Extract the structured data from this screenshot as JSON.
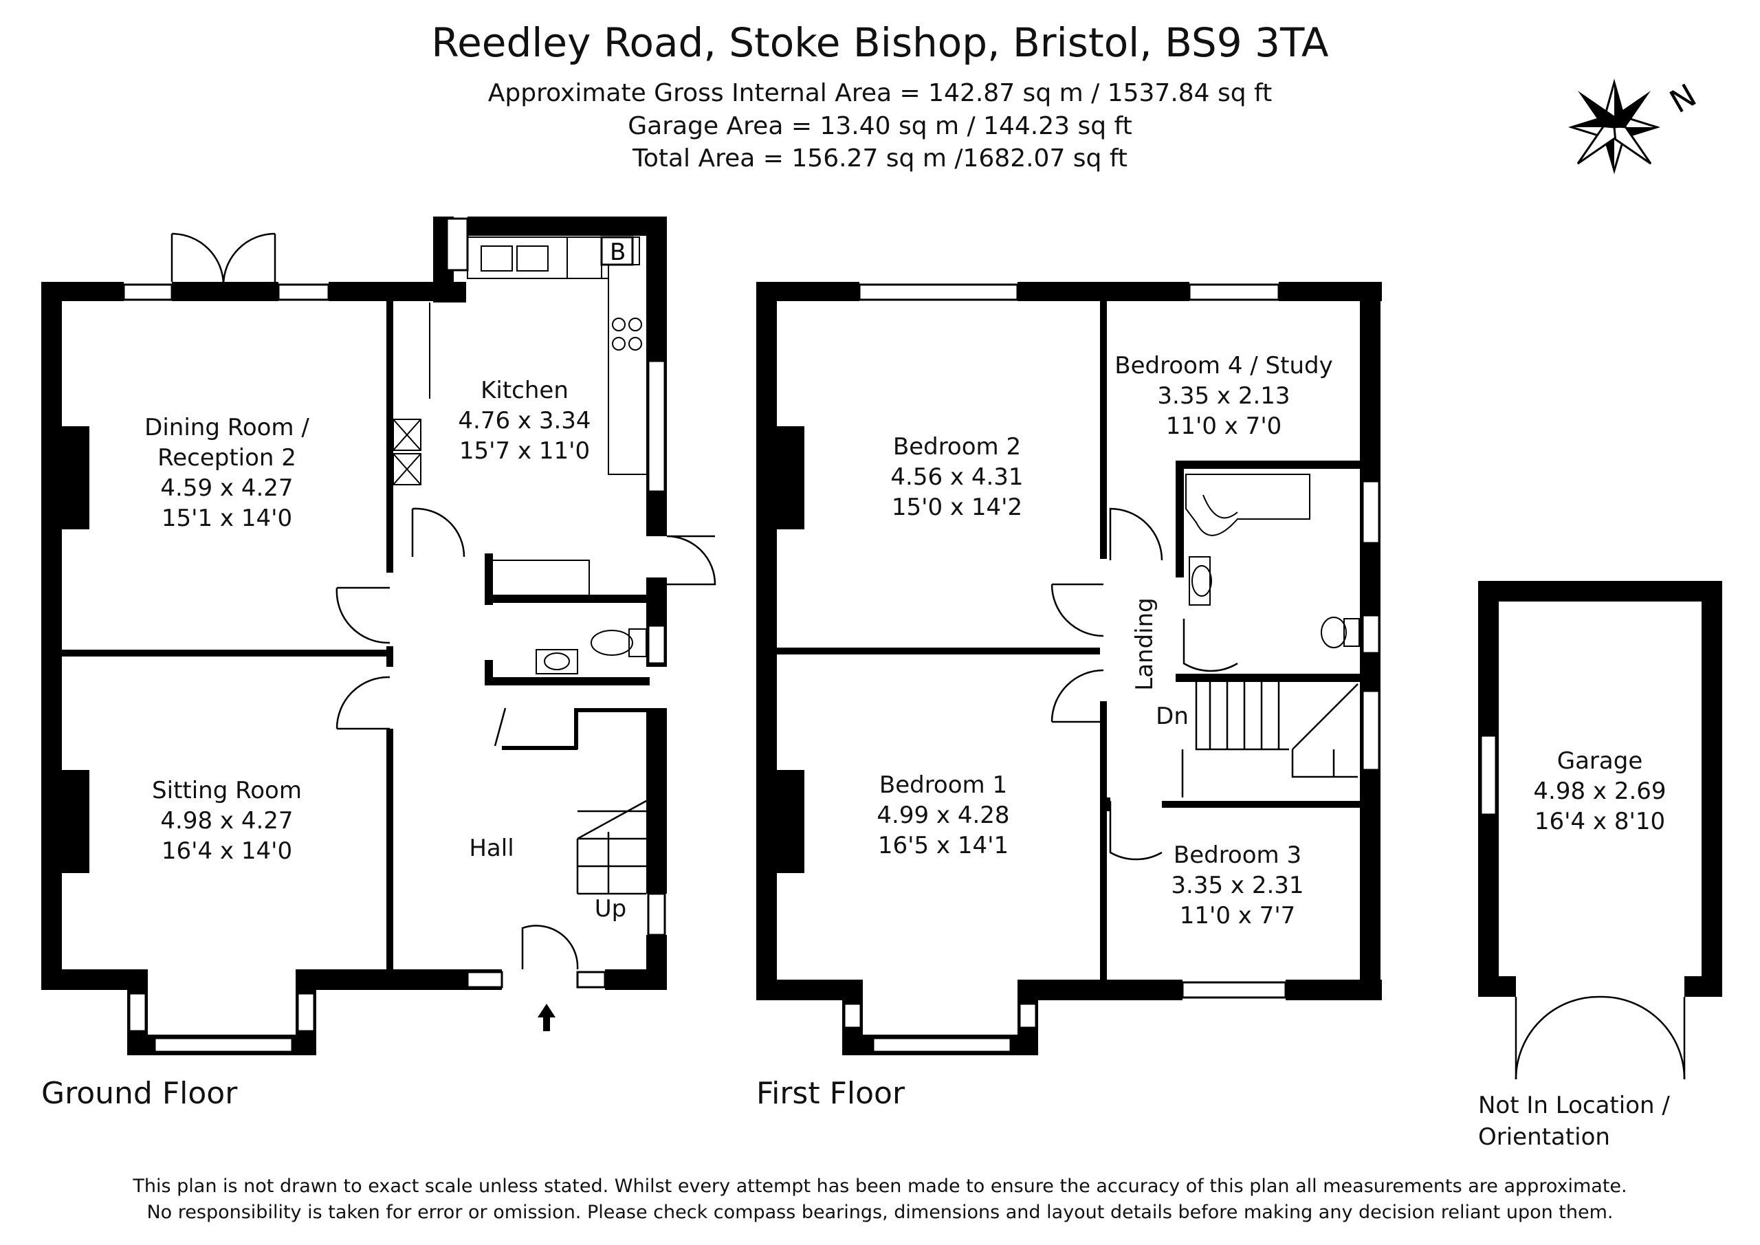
{
  "header": {
    "title": "Reedley Road, Stoke Bishop, Bristol,  BS9 3TA",
    "gross_internal_area": "Approximate Gross Internal Area = 142.87 sq m / 1537.84 sq ft",
    "garage_area": "Garage Area = 13.40 sq m / 144.23 sq ft",
    "total_area": "Total Area = 156.27 sq m /1682.07 sq ft"
  },
  "compass": {
    "label": "N"
  },
  "floors": {
    "ground": {
      "label": "Ground Floor",
      "rooms": [
        {
          "name": "Dining Room /",
          "name2": "Reception 2",
          "metric": "4.59 x 4.27",
          "imperial": "15'1 x 14'0"
        },
        {
          "name": "Kitchen",
          "metric": "4.76 x 3.34",
          "imperial": "15'7 x 11'0"
        },
        {
          "name": "Sitting Room",
          "metric": "4.98 x 4.27",
          "imperial": "16'4 x 14'0"
        },
        {
          "name": "Hall"
        }
      ],
      "boiler": "B",
      "stairs": "Up"
    },
    "first": {
      "label": "First Floor",
      "rooms": [
        {
          "name": "Bedroom 2",
          "metric": "4.56 x 4.31",
          "imperial": "15'0 x 14'2"
        },
        {
          "name": "Bedroom 4 / Study",
          "metric": "3.35 x 2.13",
          "imperial": "11'0 x 7'0"
        },
        {
          "name": "Bedroom 1",
          "metric": "4.99 x 4.28",
          "imperial": "16'5 x 14'1"
        },
        {
          "name": "Bedroom 3",
          "metric": "3.35 x 2.31",
          "imperial": "11'0 x 7'7"
        },
        {
          "name": "Landing"
        }
      ],
      "stairs": "Dn"
    },
    "garage": {
      "name": "Garage",
      "metric": "4.98 x 2.69",
      "imperial": "16'4 x 8'10",
      "note_line1": "Not In Location /",
      "note_line2": "Orientation"
    }
  },
  "disclaimer": {
    "line1": "This plan is not drawn to exact scale unless stated.  Whilst every attempt has been made to ensure the accuracy of this plan all measurements are approximate.",
    "line2": "No responsibility is taken for error or omission.  Please check compass bearings, dimensions and layout details before making any decision reliant upon them."
  }
}
